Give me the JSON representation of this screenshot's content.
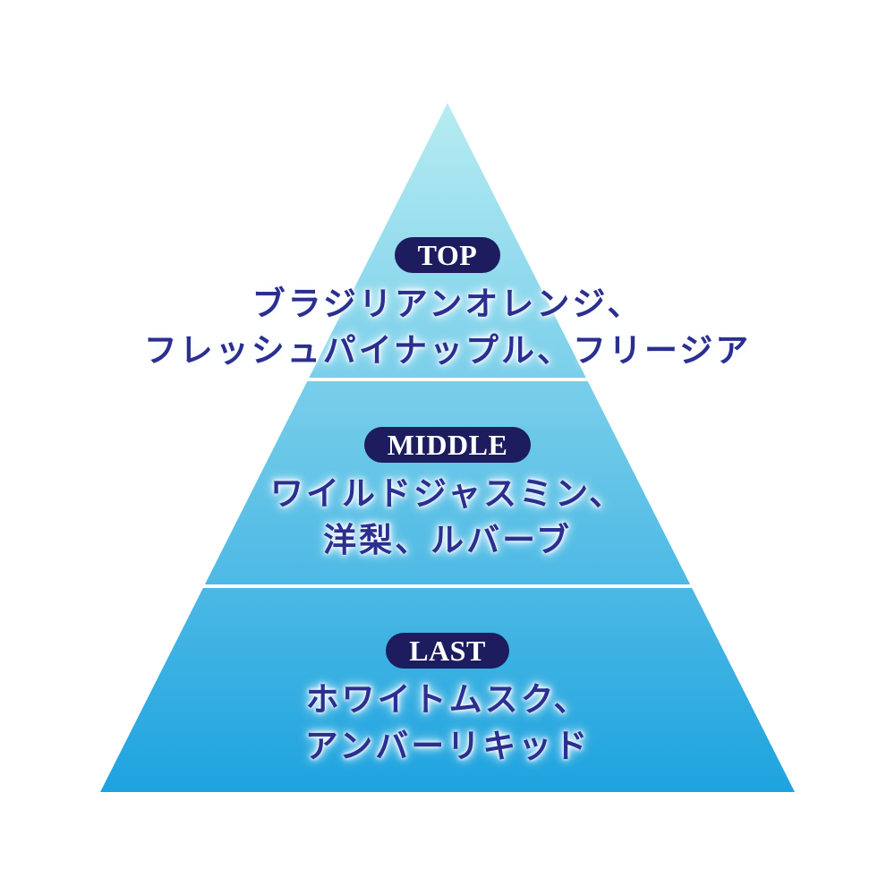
{
  "pyramid": {
    "tiers": [
      {
        "label": "TOP",
        "lines": [
          "ブラジリアンオレンジ、",
          "フレッシュパイナップル、フリージア"
        ]
      },
      {
        "label": "MIDDLE",
        "lines": [
          "ワイルドジャスミン、",
          "洋梨、ルバーブ"
        ]
      },
      {
        "label": "LAST",
        "lines": [
          "ホワイトムスク、",
          "アンバーリキッド"
        ]
      }
    ],
    "colors": {
      "gradient_top": "#b7ecf2",
      "gradient_bottom": "#1ea3df",
      "label_bg": "#1c1c5e",
      "label_text": "#ffffff",
      "notes_text": "#2b2f8f",
      "divider": "#ffffff"
    }
  }
}
